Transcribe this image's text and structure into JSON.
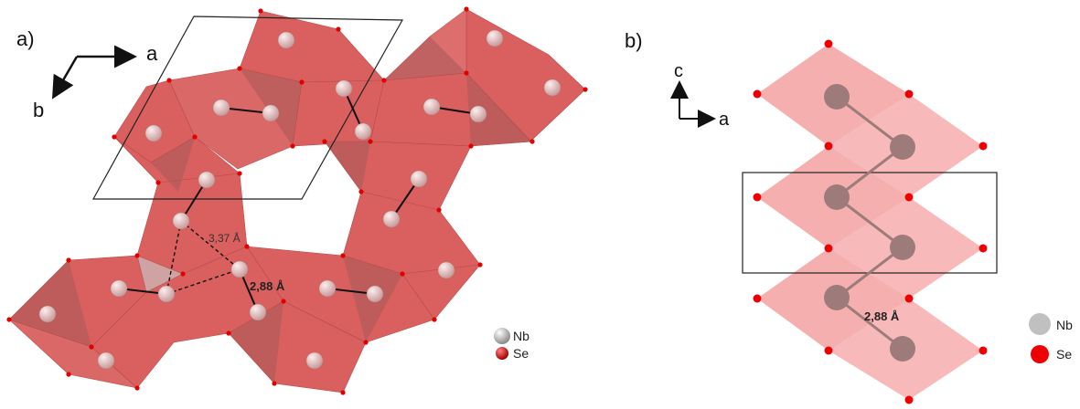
{
  "panel_a": {
    "label": "a)",
    "axis_a": "a",
    "axis_b": "b",
    "distance_dashed": "3,37 Å",
    "distance_bond": "2,88 Å",
    "legend": [
      {
        "label": "Nb",
        "color": "#c8c8c8"
      },
      {
        "label": "Se",
        "color": "#e00000"
      }
    ]
  },
  "panel_b": {
    "label": "b)",
    "axis_c": "c",
    "axis_a": "a",
    "distance_bond": "2,88 Å",
    "legend": [
      {
        "label": "Nb",
        "color": "#c0c0c0"
      },
      {
        "label": "Se",
        "color": "#ee0000"
      }
    ]
  },
  "colors": {
    "polyhedron_a": "#d9605f",
    "polyhedron_b": "#f7b9b9",
    "nb_atom_a": "#e6b8b8",
    "nb_atom_b": "#9e7b7b",
    "se_atom": "#e00000"
  }
}
